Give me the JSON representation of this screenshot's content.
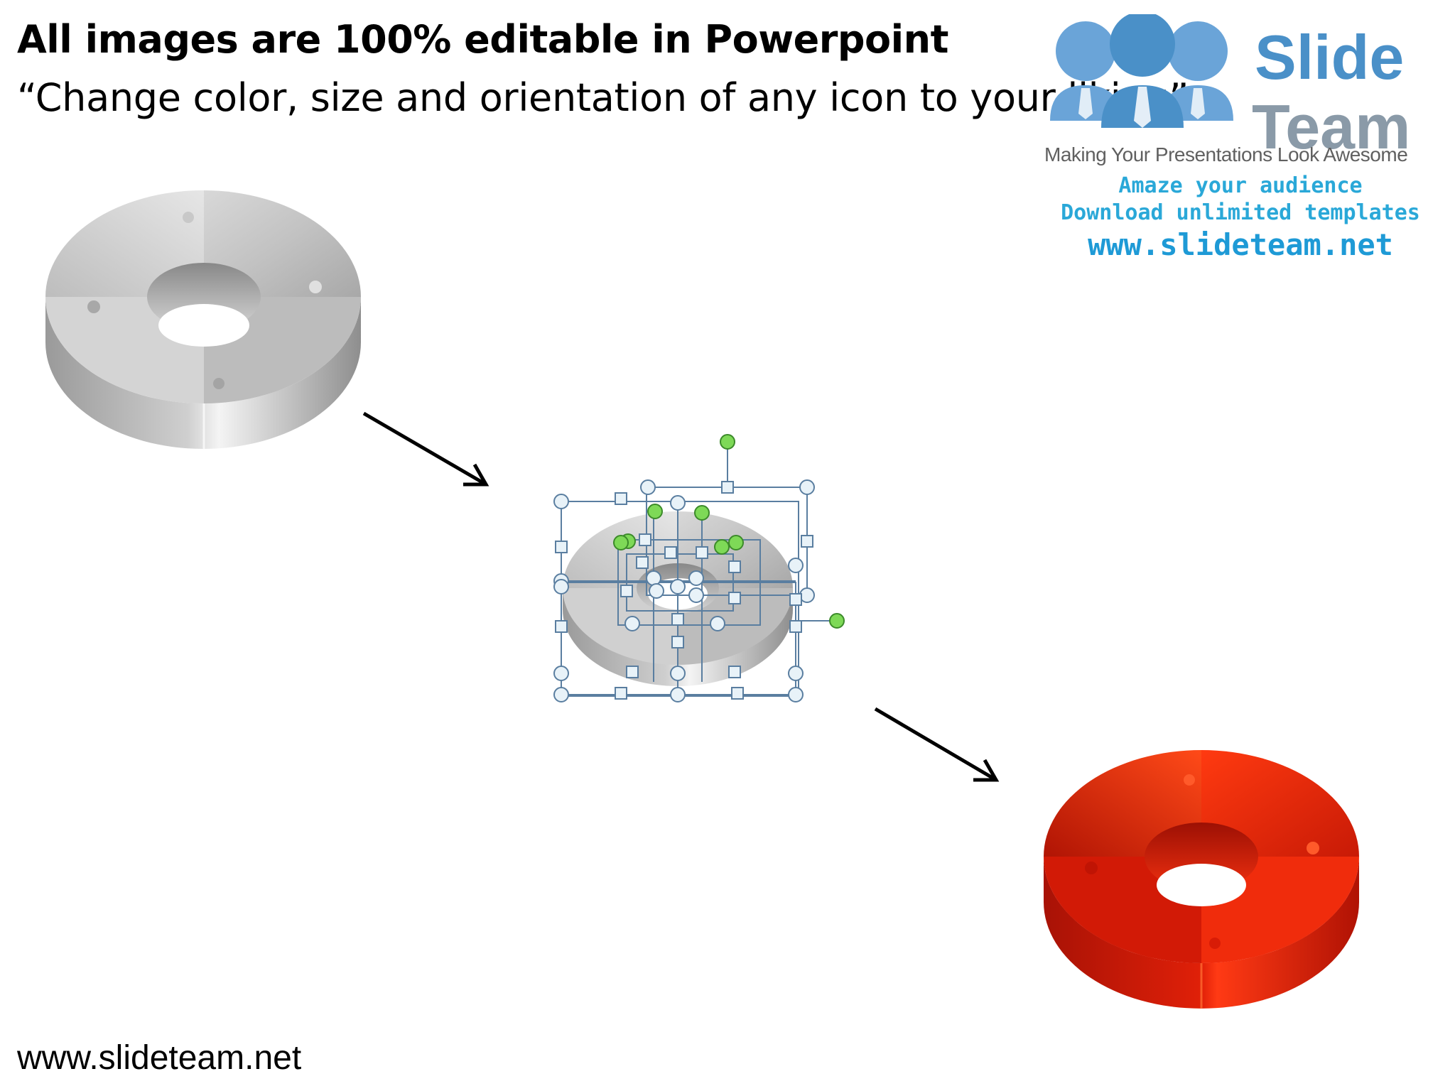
{
  "header": {
    "title": "All images are 100% editable in Powerpoint",
    "subtitle": "“Change color, size and orientation of any icon to your liking”"
  },
  "logo": {
    "brand_line1": "Slide",
    "brand_line2": "Team",
    "tagline": "Making Your Presentations Look Awesome",
    "promo_line1": "Amaze your audience",
    "promo_line2": "Download unlimited templates",
    "promo_url": "www.slideteam.net"
  },
  "footer": {
    "url": "www.slideteam.net"
  },
  "colors": {
    "gray_ring": "#b8b8b8",
    "red_ring": "#e0200a",
    "selection_handle": "#e8f2f8",
    "rotation_handle": "#7ed957",
    "arrow": "#000000",
    "logo_blue": "#4a90c8"
  },
  "icons": [
    "gray-donut-puzzle-icon",
    "selected-donut-puzzle-icon",
    "red-donut-puzzle-icon",
    "arrow-icon",
    "slideteam-people-logo-icon"
  ]
}
